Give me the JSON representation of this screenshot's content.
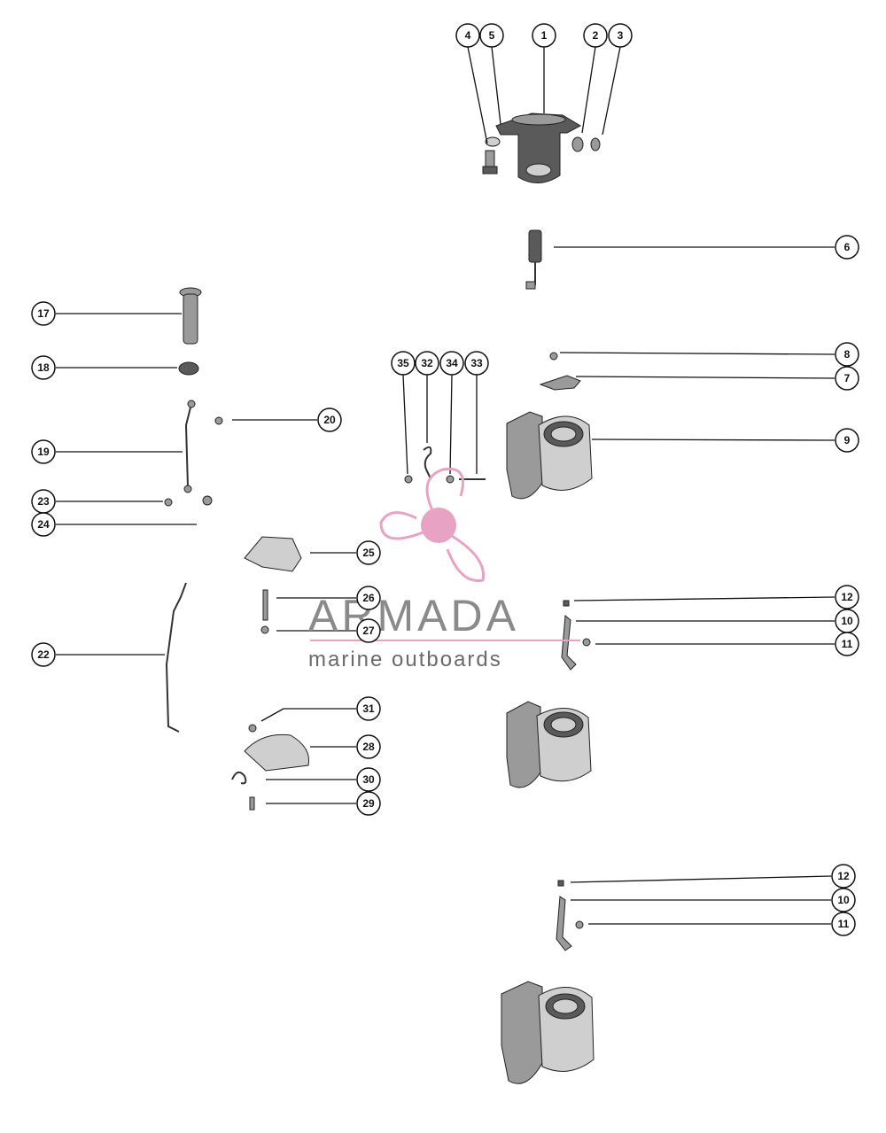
{
  "diagram": {
    "callouts": [
      "1",
      "2",
      "3",
      "4",
      "5",
      "6",
      "7",
      "8",
      "9",
      "10",
      "10",
      "11",
      "11",
      "12",
      "12",
      "17",
      "18",
      "19",
      "20",
      "22",
      "23",
      "24",
      "25",
      "26",
      "27",
      "28",
      "29",
      "30",
      "31",
      "32",
      "33",
      "34",
      "35"
    ]
  },
  "watermark": {
    "brand": "ARMADA",
    "tagline": "marine outboards",
    "accent_color": "#e8a3c4",
    "icon": "propeller-icon"
  }
}
